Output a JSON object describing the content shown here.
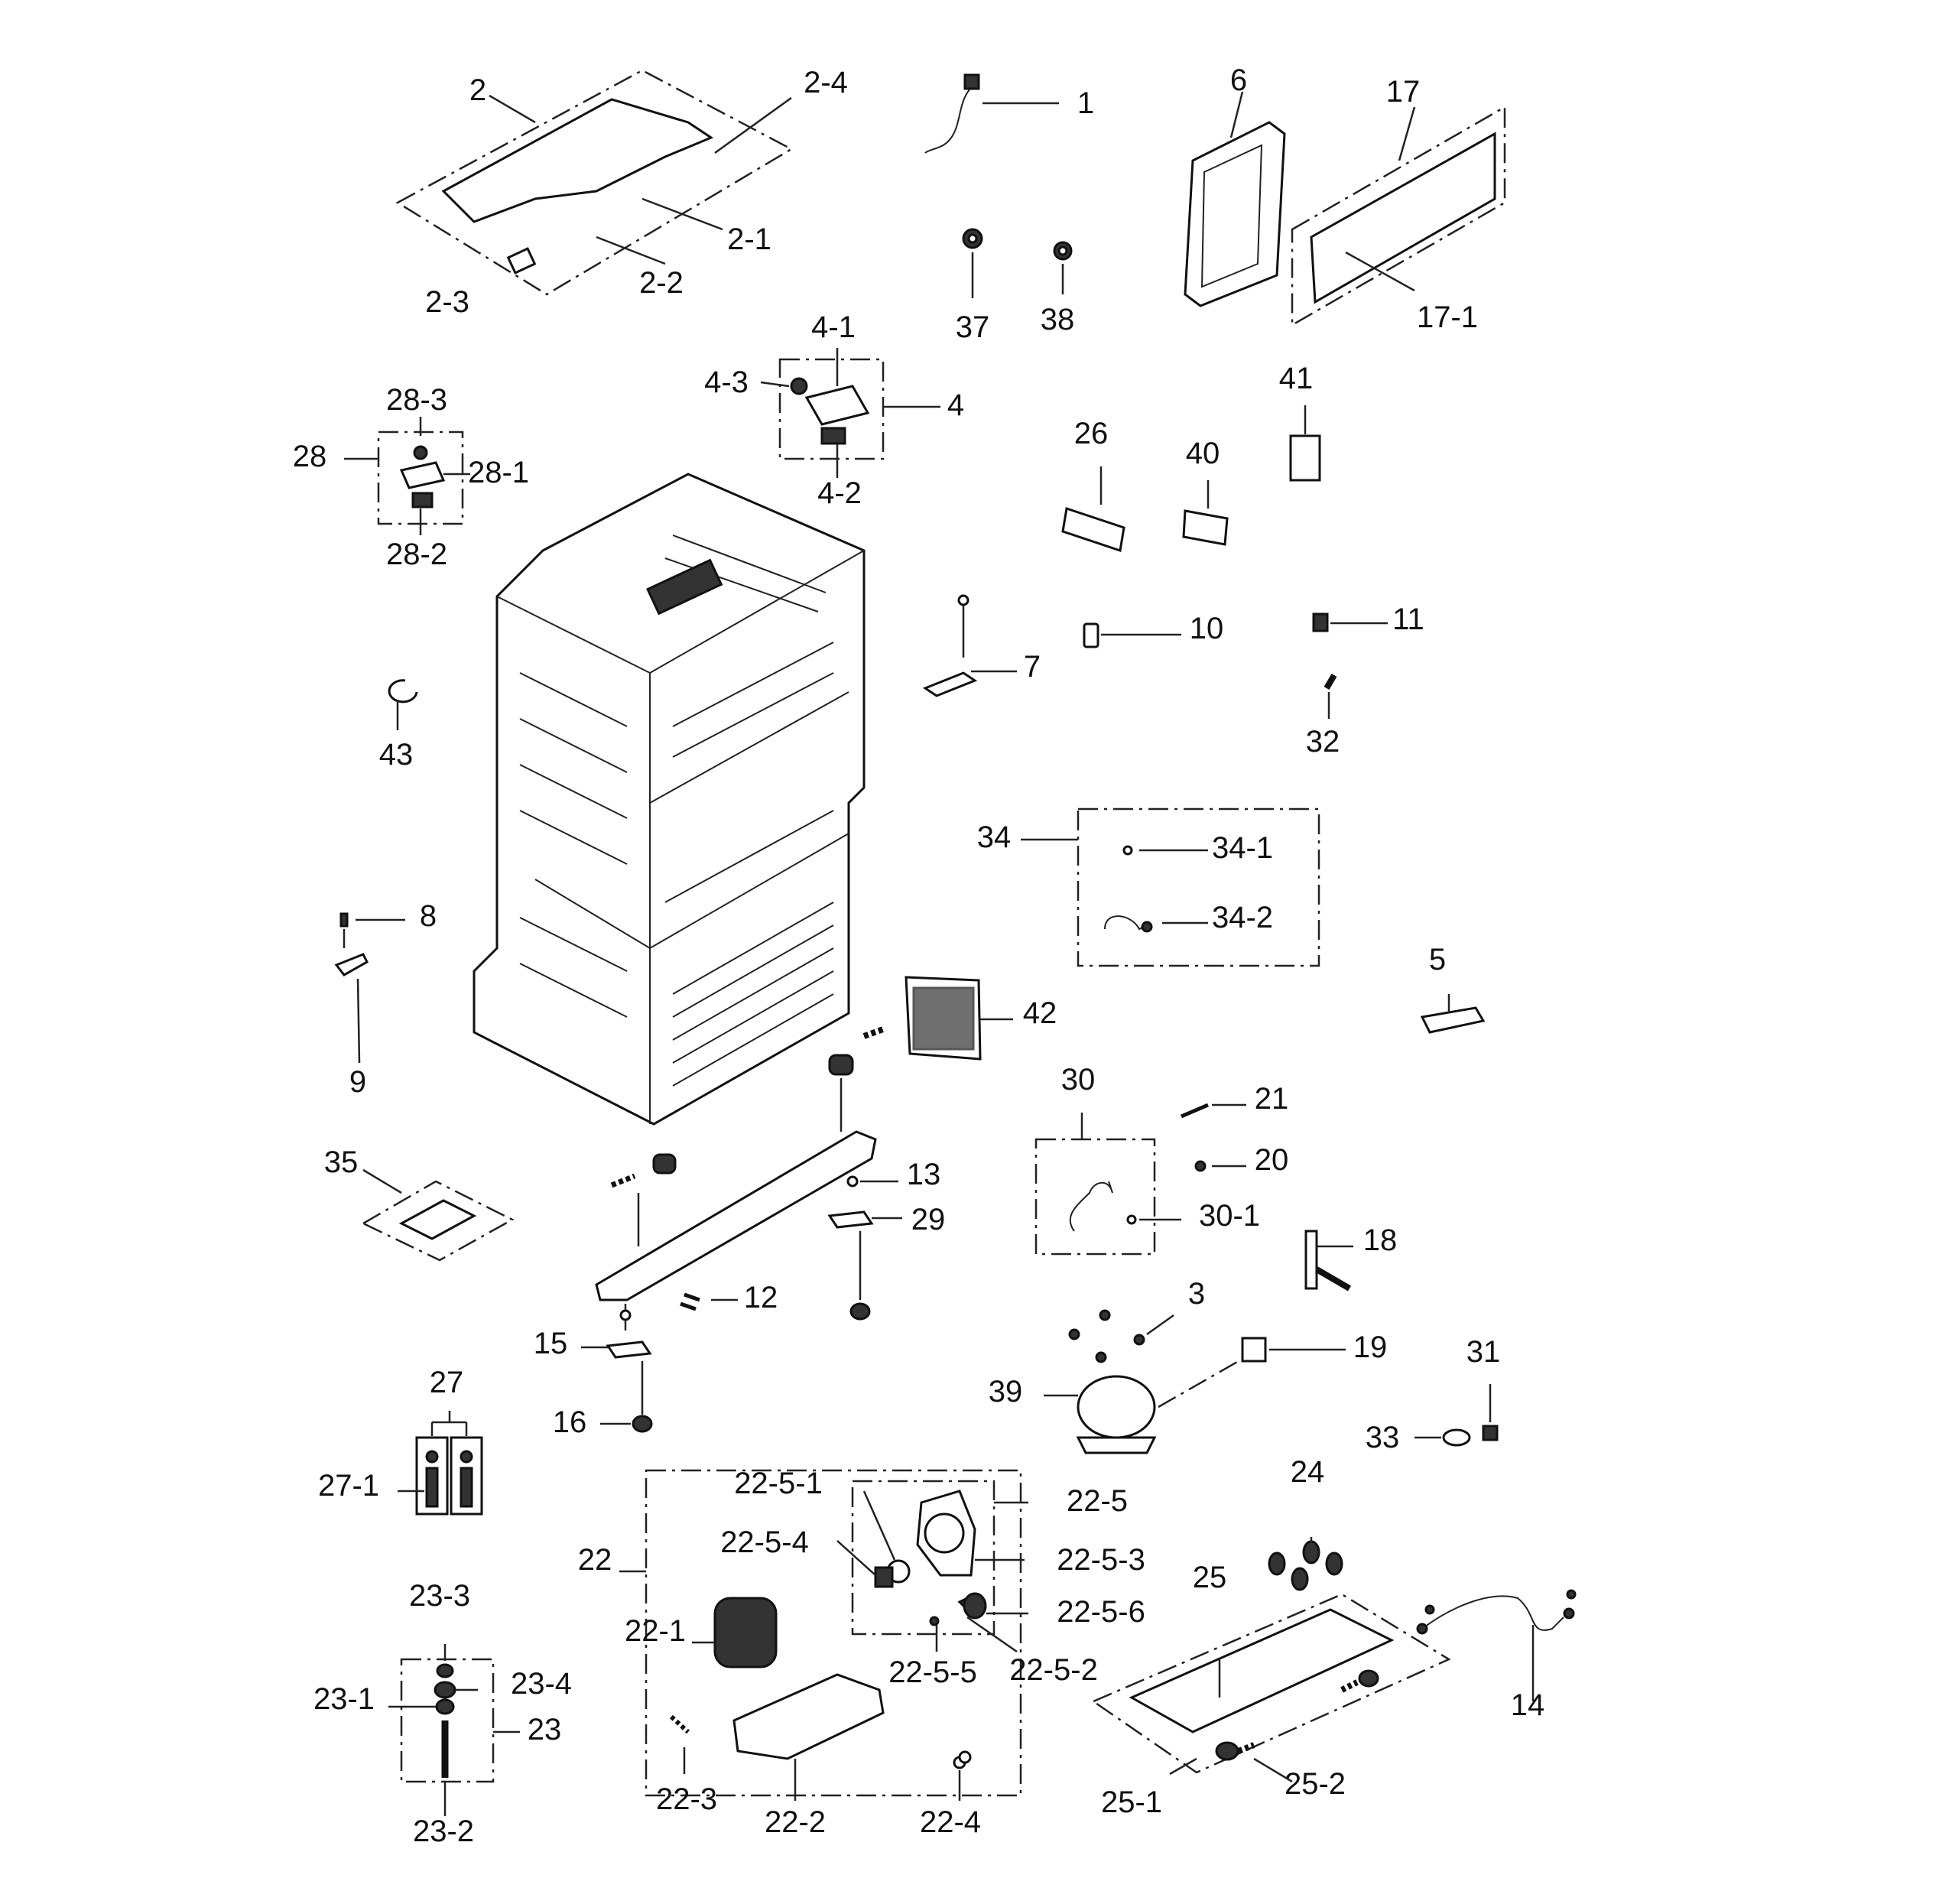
{
  "labels": [
    {
      "id": "1",
      "text": "1"
    },
    {
      "id": "2",
      "text": "2"
    },
    {
      "id": "2-1",
      "text": "2-1"
    },
    {
      "id": "2-2",
      "text": "2-2"
    },
    {
      "id": "2-3",
      "text": "2-3"
    },
    {
      "id": "2-4",
      "text": "2-4"
    },
    {
      "id": "3",
      "text": "3"
    },
    {
      "id": "4",
      "text": "4"
    },
    {
      "id": "4-1",
      "text": "4-1"
    },
    {
      "id": "4-2",
      "text": "4-2"
    },
    {
      "id": "4-3",
      "text": "4-3"
    },
    {
      "id": "5",
      "text": "5"
    },
    {
      "id": "6",
      "text": "6"
    },
    {
      "id": "7",
      "text": "7"
    },
    {
      "id": "8",
      "text": "8"
    },
    {
      "id": "9",
      "text": "9"
    },
    {
      "id": "10",
      "text": "10"
    },
    {
      "id": "11",
      "text": "11"
    },
    {
      "id": "12",
      "text": "12"
    },
    {
      "id": "13",
      "text": "13"
    },
    {
      "id": "14",
      "text": "14"
    },
    {
      "id": "15",
      "text": "15"
    },
    {
      "id": "16",
      "text": "16"
    },
    {
      "id": "17",
      "text": "17"
    },
    {
      "id": "17-1",
      "text": "17-1"
    },
    {
      "id": "18",
      "text": "18"
    },
    {
      "id": "19",
      "text": "19"
    },
    {
      "id": "20",
      "text": "20"
    },
    {
      "id": "21",
      "text": "21"
    },
    {
      "id": "22",
      "text": "22"
    },
    {
      "id": "22-1",
      "text": "22-1"
    },
    {
      "id": "22-2",
      "text": "22-2"
    },
    {
      "id": "22-3",
      "text": "22-3"
    },
    {
      "id": "22-4",
      "text": "22-4"
    },
    {
      "id": "22-5",
      "text": "22-5"
    },
    {
      "id": "22-5-1",
      "text": "22-5-1"
    },
    {
      "id": "22-5-2",
      "text": "22-5-2"
    },
    {
      "id": "22-5-3",
      "text": "22-5-3"
    },
    {
      "id": "22-5-4",
      "text": "22-5-4"
    },
    {
      "id": "22-5-5",
      "text": "22-5-5"
    },
    {
      "id": "22-5-6",
      "text": "22-5-6"
    },
    {
      "id": "23",
      "text": "23"
    },
    {
      "id": "23-1",
      "text": "23-1"
    },
    {
      "id": "23-2",
      "text": "23-2"
    },
    {
      "id": "23-3",
      "text": "23-3"
    },
    {
      "id": "23-4",
      "text": "23-4"
    },
    {
      "id": "24",
      "text": "24"
    },
    {
      "id": "25",
      "text": "25"
    },
    {
      "id": "25-1",
      "text": "25-1"
    },
    {
      "id": "25-2",
      "text": "25-2"
    },
    {
      "id": "26",
      "text": "26"
    },
    {
      "id": "27",
      "text": "27"
    },
    {
      "id": "27-1",
      "text": "27-1"
    },
    {
      "id": "28",
      "text": "28"
    },
    {
      "id": "28-1",
      "text": "28-1"
    },
    {
      "id": "28-2",
      "text": "28-2"
    },
    {
      "id": "28-3",
      "text": "28-3"
    },
    {
      "id": "29",
      "text": "29"
    },
    {
      "id": "30",
      "text": "30"
    },
    {
      "id": "30-1",
      "text": "30-1"
    },
    {
      "id": "31",
      "text": "31"
    },
    {
      "id": "32",
      "text": "32"
    },
    {
      "id": "33",
      "text": "33"
    },
    {
      "id": "34",
      "text": "34"
    },
    {
      "id": "34-1",
      "text": "34-1"
    },
    {
      "id": "34-2",
      "text": "34-2"
    },
    {
      "id": "35",
      "text": "35"
    },
    {
      "id": "37",
      "text": "37"
    },
    {
      "id": "38",
      "text": "38"
    },
    {
      "id": "39",
      "text": "39"
    },
    {
      "id": "40",
      "text": "40"
    },
    {
      "id": "41",
      "text": "41"
    },
    {
      "id": "42",
      "text": "42"
    },
    {
      "id": "43",
      "text": "43"
    }
  ]
}
